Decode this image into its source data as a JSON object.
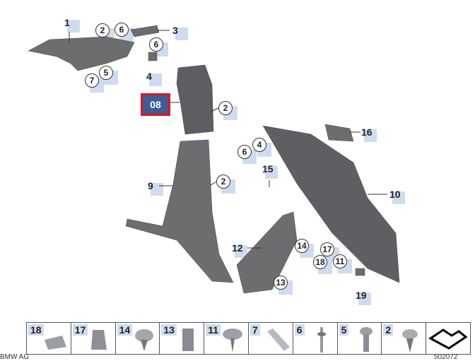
{
  "highlighted_part": "08",
  "callouts": [
    {
      "label": "1",
      "style": "plain"
    },
    {
      "label": "2",
      "style": "circle"
    },
    {
      "label": "6",
      "style": "circle"
    },
    {
      "label": "3",
      "style": "plain"
    },
    {
      "label": "6",
      "style": "circle"
    },
    {
      "label": "4",
      "style": "plain"
    },
    {
      "label": "7",
      "style": "circle"
    },
    {
      "label": "5",
      "style": "circle"
    },
    {
      "label": "2",
      "style": "circle"
    },
    {
      "label": "6",
      "style": "circle"
    },
    {
      "label": "4",
      "style": "circle"
    },
    {
      "label": "16",
      "style": "plain"
    },
    {
      "label": "15",
      "style": "plain"
    },
    {
      "label": "9",
      "style": "plain"
    },
    {
      "label": "2",
      "style": "circle"
    },
    {
      "label": "10",
      "style": "plain"
    },
    {
      "label": "14",
      "style": "circle"
    },
    {
      "label": "12",
      "style": "plain"
    },
    {
      "label": "17",
      "style": "circle"
    },
    {
      "label": "18",
      "style": "circle"
    },
    {
      "label": "11",
      "style": "circle"
    },
    {
      "label": "13",
      "style": "circle"
    },
    {
      "label": "19",
      "style": "plain"
    }
  ],
  "fasteners": [
    "18",
    "17",
    "14",
    "13",
    "11",
    "7",
    "6",
    "5",
    "2"
  ],
  "footer": {
    "copyright": "BMW AG",
    "diagram_number": "502072"
  },
  "colors": {
    "part": "#6b6b6e",
    "label_bg": "#cfdcef",
    "highlight_bg": "#3e5d95",
    "highlight_border": "#e0161b"
  }
}
